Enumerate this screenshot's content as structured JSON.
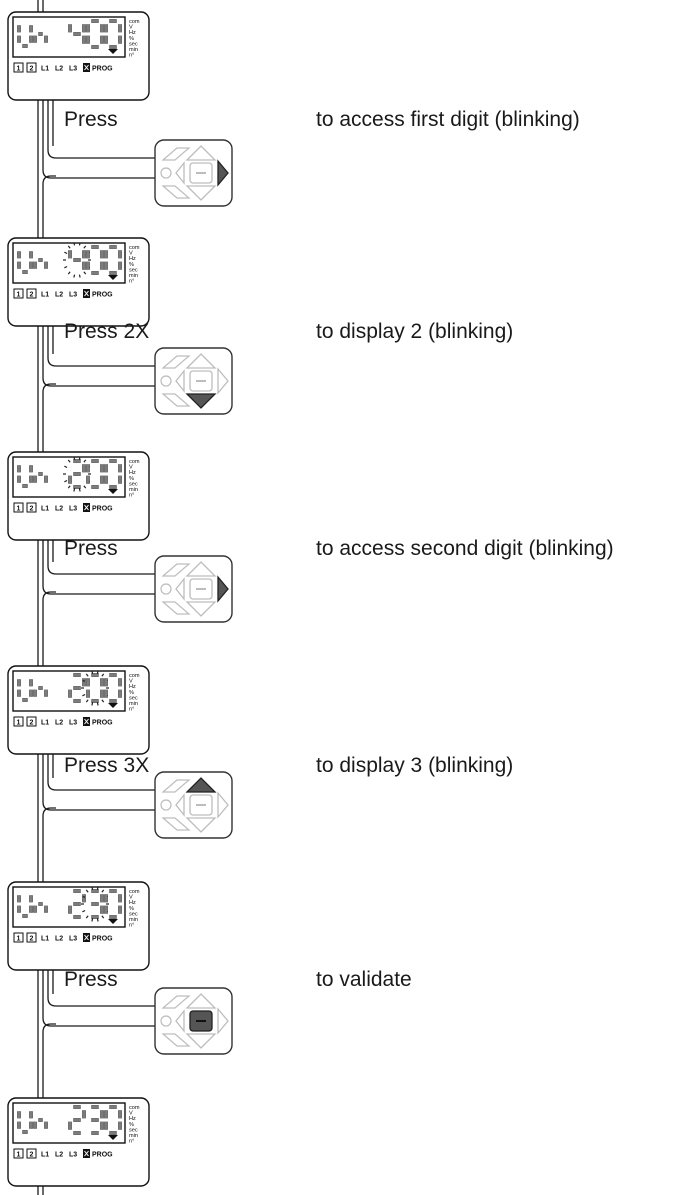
{
  "screens": [
    {
      "param": "Un",
      "value": "400",
      "blink_index": null
    },
    {
      "param": "Un",
      "value": "400",
      "blink_index": 0
    },
    {
      "param": "Un",
      "value": "200",
      "blink_index": 0
    },
    {
      "param": "Un",
      "value": "200",
      "blink_index": 1
    },
    {
      "param": "Un",
      "value": "230",
      "blink_index": 1
    },
    {
      "param": "Un",
      "value": "230",
      "blink_index": null
    }
  ],
  "units": [
    "com",
    "V",
    "Hz",
    "%",
    "sec",
    "min",
    "n°"
  ],
  "indicators": {
    "box1": "1",
    "box2": "2",
    "l1": "L1",
    "l2": "L2",
    "l3": "L3",
    "prog": "PROG"
  },
  "steps": [
    {
      "press": "Press",
      "action": "to access first digit (blinking)",
      "key": "right"
    },
    {
      "press": "Press 2X",
      "action": "to display 2 (blinking)",
      "key": "down"
    },
    {
      "press": "Press",
      "action": "to access second digit (blinking)",
      "key": "right"
    },
    {
      "press": "Press 3X",
      "action": "to display 3 (blinking)",
      "key": "up"
    },
    {
      "press": "Press",
      "action": "to validate",
      "key": "enter"
    }
  ],
  "colors": {
    "line": "#1a1a1a",
    "key_active": "#555555",
    "key_idle": "#bdbdbd",
    "keypad_border": "#333333"
  }
}
